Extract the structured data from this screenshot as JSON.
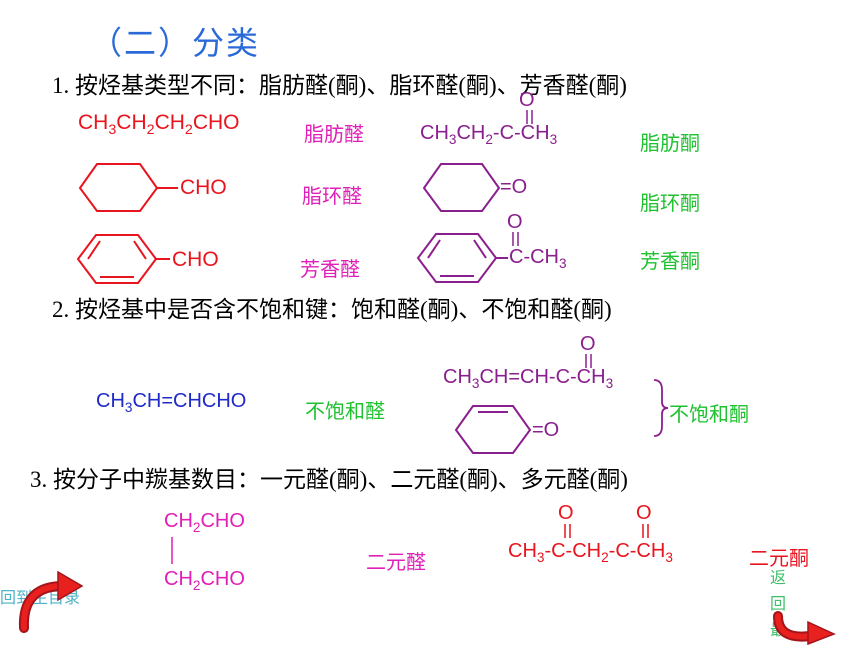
{
  "title": "（二）分类",
  "sections": {
    "s1": "1. 按烃基类型不同：脂肪醛(酮)、脂环醛(酮)、芳香醛(酮)",
    "s2": "2. 按烃基中是否含不饱和键：饱和醛(酮)、不饱和醛(酮)",
    "s3": "3. 按分子中羰基数目：一元醛(酮)、二元醛(酮)、多元醛(酮)"
  },
  "labels": {
    "aliphatic_aldehyde": "脂肪醛",
    "aliphatic_ketone": "脂肪酮",
    "alicyclic_aldehyde": "脂环醛",
    "alicyclic_ketone": "脂环酮",
    "aromatic_aldehyde": "芳香醛",
    "aromatic_ketone": "芳香酮",
    "unsat_aldehyde": "不饱和醛",
    "unsat_ketone": "不饱和酮",
    "dialdehyde": "二元醛",
    "diketone": "二元酮"
  },
  "formulas": {
    "cho": "CHO",
    "oxygen": "O",
    "carbonyl_o": "=O",
    "acetyl_tail": "C-CH",
    "ch": "CH",
    "sub2": "2",
    "sub3": "3",
    "propyl_chain_tail": "CHO",
    "ethyl_c": "-C-CH",
    "unsat_ald_tail": "CH=CHCHO",
    "unsat_ket_mid": "CH=CH-C-CH",
    "diald_tail": "CHO",
    "diket_c": "-C-CH",
    "diket_c2": "-C-CH"
  },
  "nav": {
    "back_to_main": "回到主目录",
    "back_to_last": "返回最"
  },
  "colors": {
    "title": "#2a6ad8",
    "red": "#e8141e",
    "purple": "#8a1f8e",
    "magenta": "#e01fb8",
    "green": "#1fc12f",
    "blue": "#1f2ac8"
  }
}
